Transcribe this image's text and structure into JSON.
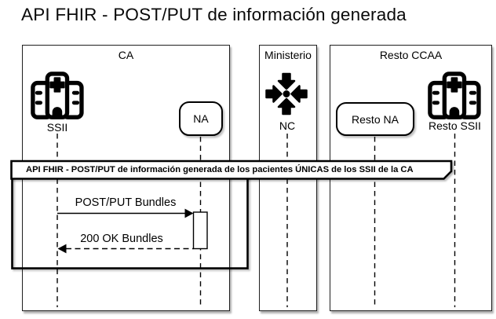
{
  "title": "API FHIR - POST/PUT de información generada",
  "participants": [
    {
      "label": "CA"
    },
    {
      "label": "Ministerio"
    },
    {
      "label": "Resto CCAA"
    }
  ],
  "actors": {
    "ssii": {
      "label": "SSII",
      "icon": "hospital-icon"
    },
    "na": {
      "label": "NA",
      "shape": "rounded-box"
    },
    "nc": {
      "label": "NC",
      "icon": "converge-arrows-icon"
    },
    "resto_na": {
      "label": "Resto NA",
      "shape": "rounded-box"
    },
    "resto_ssii": {
      "label": "Resto SSII",
      "icon": "hospital-icon"
    }
  },
  "fragment": {
    "label": "API FHIR - POST/PUT de información generada de los pacientes ÚNICAS de los SSII de la CA"
  },
  "messages": [
    {
      "label": "POST/PUT Bundles",
      "from": "SSII",
      "to": "NA",
      "line": "solid"
    },
    {
      "label": "200 OK Bundles",
      "from": "NA",
      "to": "SSII",
      "line": "dashed"
    }
  ],
  "colors": {
    "line": "#000000",
    "background": "#ffffff",
    "shape_fill": "#ffffff",
    "shadow": "rgba(0,0,0,0.3)"
  }
}
